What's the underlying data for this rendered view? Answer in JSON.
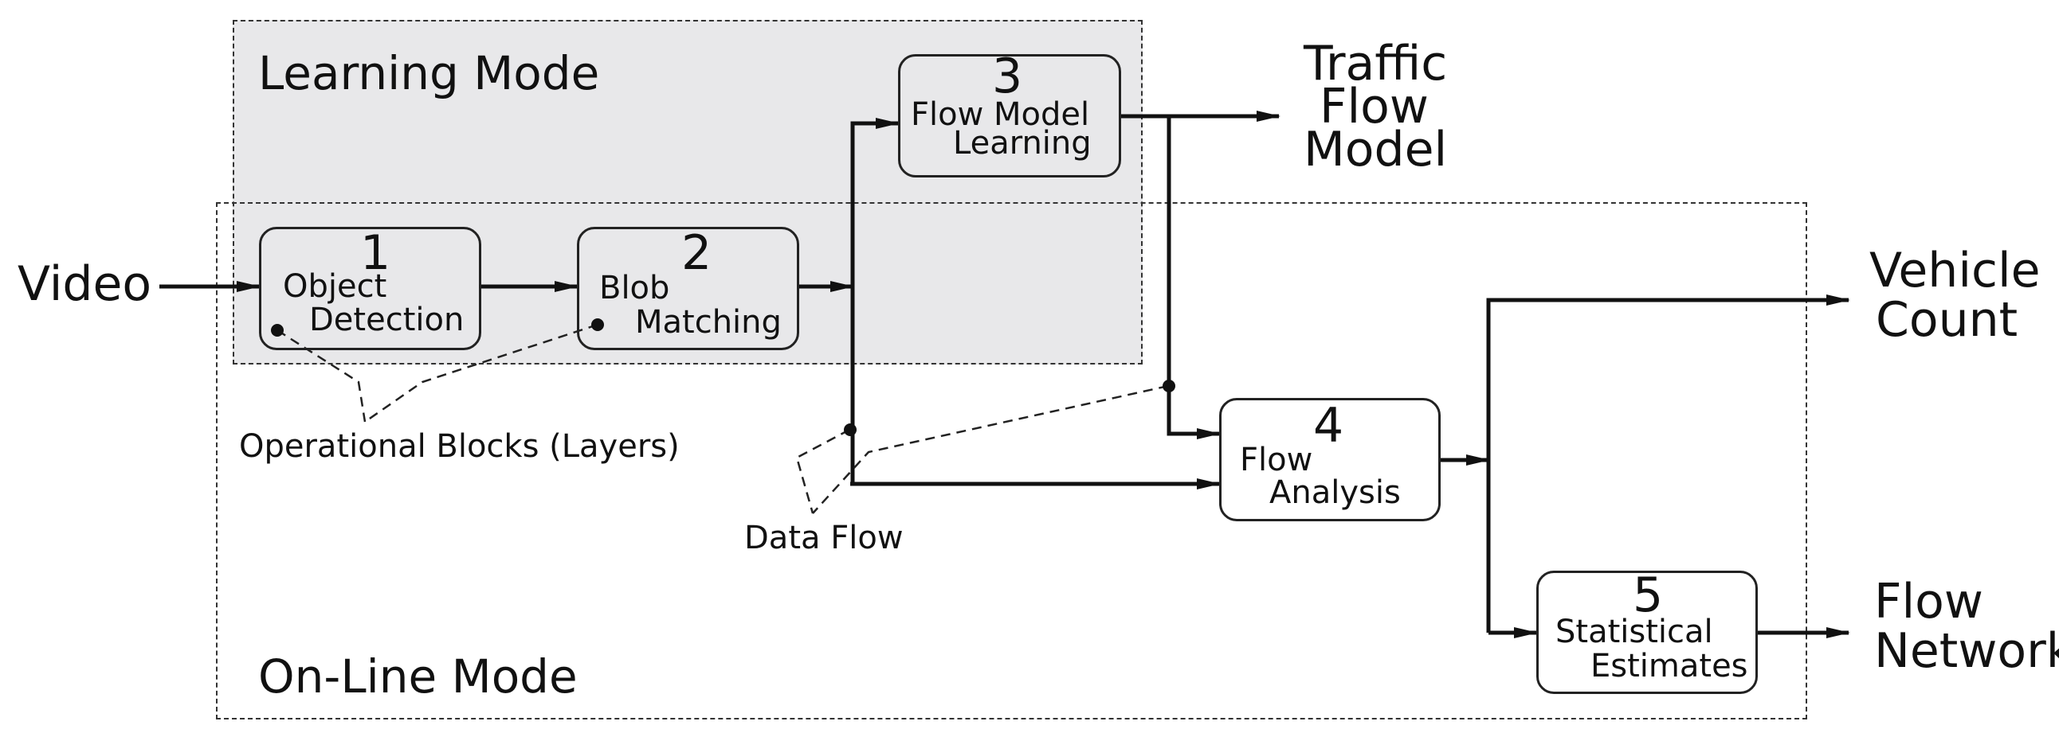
{
  "modes": {
    "learning": "Learning Mode",
    "online": "On-Line Mode"
  },
  "input": "Video",
  "blocks": [
    {
      "number": "1",
      "line1": "Object",
      "line2": "Detection"
    },
    {
      "number": "2",
      "line1": "Blob",
      "line2": "Matching"
    },
    {
      "number": "3",
      "line1": "Flow Model",
      "line2": "Learning"
    },
    {
      "number": "4",
      "line1": "Flow",
      "line2": "Analysis"
    },
    {
      "number": "5",
      "line1": "Statistical",
      "line2": "Estimates"
    }
  ],
  "outputs": {
    "traffic": [
      "Traffic",
      "Flow",
      "Model"
    ],
    "vehicle": [
      "Vehicle",
      "Count"
    ],
    "network": [
      "Flow",
      "Network"
    ]
  },
  "annotations": {
    "operational": "Operational Blocks (Layers)",
    "dataflow": "Data Flow"
  }
}
